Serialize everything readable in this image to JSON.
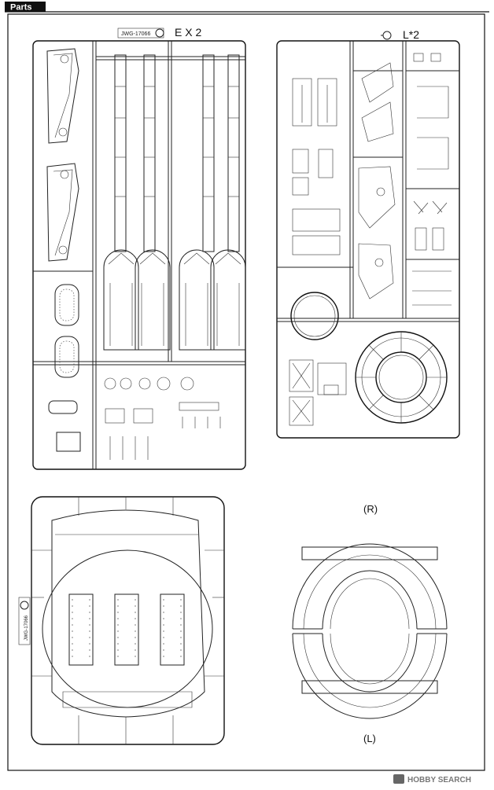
{
  "header": {
    "section_label": "Parts"
  },
  "sprue_ex": {
    "code": "JWG-17066",
    "label": "E X 2"
  },
  "sprue_l": {
    "label": "L*2"
  },
  "lower_hull": {
    "code": "JWG-17066"
  },
  "rings": {
    "top_label": "(R)",
    "bottom_label": "(L)"
  },
  "watermark": {
    "text": "HOBBY SEARCH"
  }
}
